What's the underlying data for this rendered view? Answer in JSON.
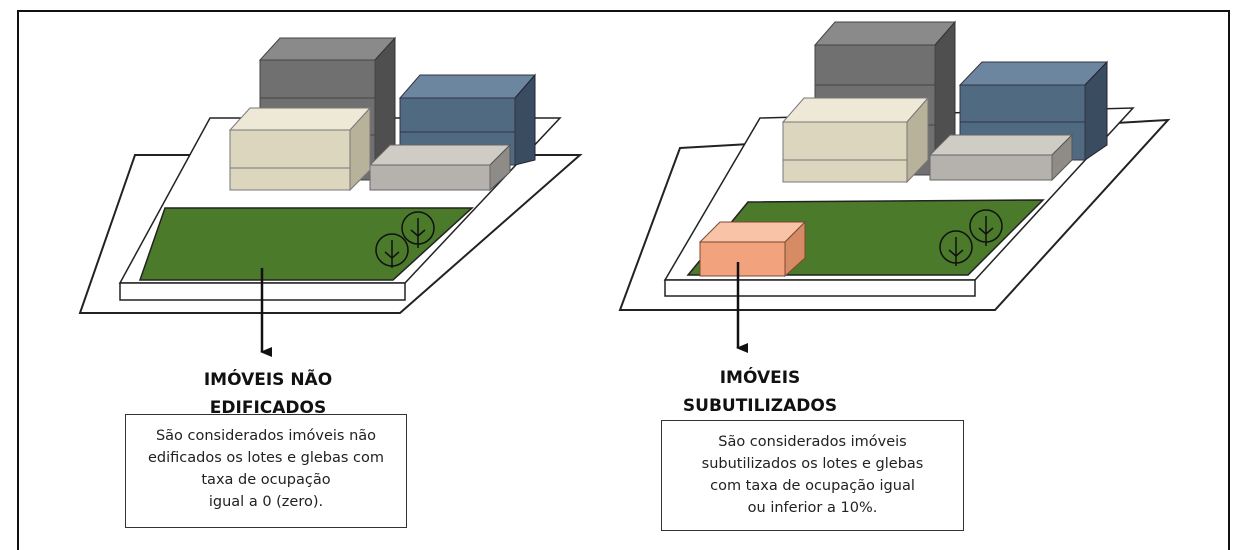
{
  "panels": [
    {
      "id": "nao-edificados",
      "heading_lines": [
        "IMÓVEIS NÃO",
        "EDIFICADOS"
      ],
      "description_lines": [
        "São considerados imóveis não",
        "edificados os lotes e glebas com",
        "taxa de ocupação",
        "igual a 0 (zero)."
      ]
    },
    {
      "id": "subutilizados",
      "heading_lines": [
        "IMÓVEIS",
        "SUBUTILIZADOS"
      ],
      "description_lines": [
        "São considerados imóveis",
        "subutilizados os lotes e glebas",
        "com taxa de ocupação igual",
        "ou inferior a 10%."
      ]
    }
  ],
  "colors": {
    "lawn": "#4a7a2a",
    "building_dark_gray": "#707070",
    "building_blue": "#506a82",
    "building_beige": "#ddd6bf",
    "building_light_gray": "#b5b2ad",
    "small_building": "#f2a37d"
  }
}
